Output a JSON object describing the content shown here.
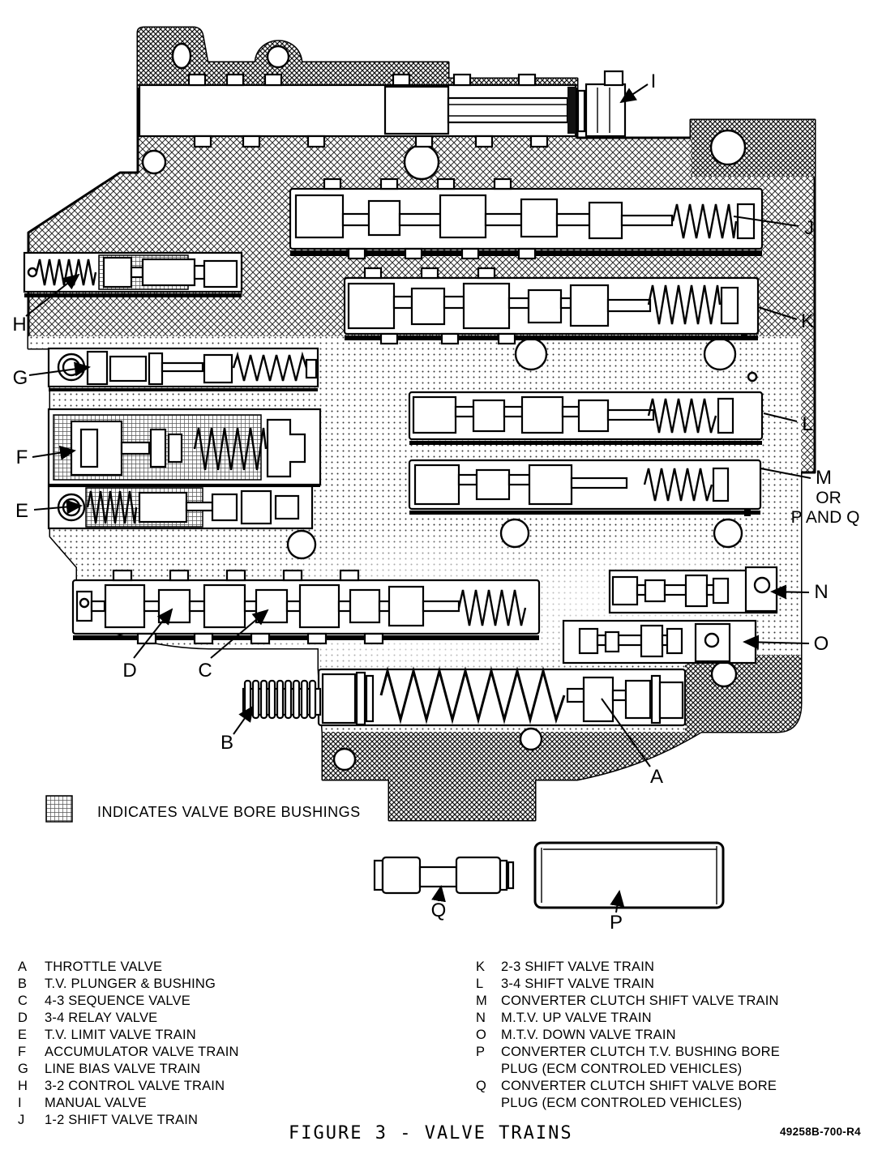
{
  "figure": {
    "caption": "FIGURE 3 - VALVE TRAINS",
    "reference": "49258B-700-R4"
  },
  "legend": {
    "bushing_note": "INDICATES VALVE BORE BUSHINGS"
  },
  "diagram": {
    "callouts": {
      "A": "A",
      "B": "B",
      "C": "C",
      "D": "D",
      "E": "E",
      "F": "F",
      "G": "G",
      "H": "H",
      "I": "I",
      "J": "J",
      "K": "K",
      "L": "L",
      "N": "N",
      "O": "O",
      "P": "P",
      "Q": "Q",
      "M_group": {
        "line1": "M",
        "line2": "OR",
        "line3": "P AND Q"
      }
    }
  },
  "parts_list": {
    "left": [
      {
        "key": "A",
        "label": "THROTTLE VALVE"
      },
      {
        "key": "B",
        "label": "T.V. PLUNGER & BUSHING"
      },
      {
        "key": "C",
        "label": "4-3 SEQUENCE VALVE"
      },
      {
        "key": "D",
        "label": "3-4 RELAY VALVE"
      },
      {
        "key": "E",
        "label": "T.V. LIMIT VALVE TRAIN"
      },
      {
        "key": "F",
        "label": "ACCUMULATOR VALVE TRAIN"
      },
      {
        "key": "G",
        "label": "LINE BIAS VALVE TRAIN"
      },
      {
        "key": "H",
        "label": "3-2 CONTROL VALVE TRAIN"
      },
      {
        "key": "I",
        "label": "MANUAL VALVE"
      },
      {
        "key": "J",
        "label": "1-2 SHIFT VALVE TRAIN"
      }
    ],
    "right": [
      {
        "key": "K",
        "label": "2-3 SHIFT VALVE TRAIN"
      },
      {
        "key": "L",
        "label": "3-4 SHIFT VALVE TRAIN"
      },
      {
        "key": "M",
        "label": "CONVERTER CLUTCH SHIFT VALVE TRAIN"
      },
      {
        "key": "N",
        "label": "M.T.V. UP VALVE TRAIN"
      },
      {
        "key": "O",
        "label": "M.T.V. DOWN VALVE TRAIN"
      },
      {
        "key": "P",
        "label": "CONVERTER CLUTCH T.V. BUSHING BORE",
        "label2": "PLUG (ECM CONTROLED VEHICLES)"
      },
      {
        "key": "Q",
        "label": "CONVERTER CLUTCH SHIFT VALVE BORE",
        "label2": "PLUG (ECM CONTROLED VEHICLES)"
      }
    ]
  }
}
